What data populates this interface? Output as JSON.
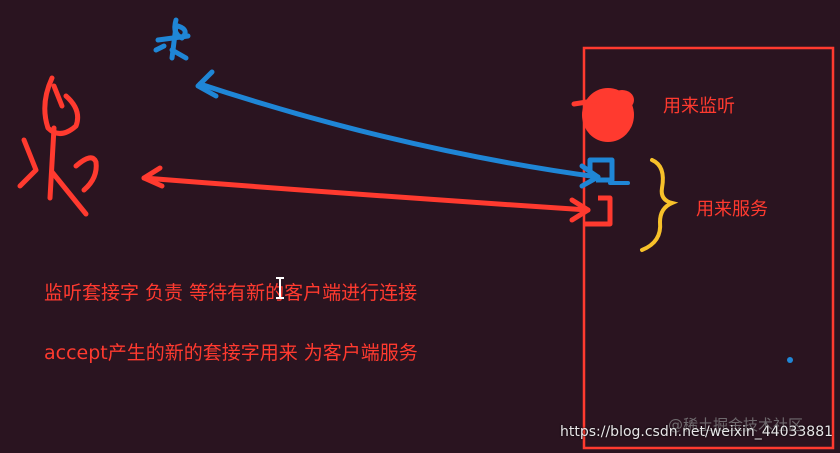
{
  "labels": {
    "listen": "用来监听",
    "serve": "用来服务"
  },
  "text_lines": {
    "line1": "监听套接字 负责 等待有新的客户端进行连接",
    "line2": "accept产生的新的套接字用来 为客户端服务"
  },
  "watermark": "@稀土掘金技术社区",
  "url": "https://blog.csdn.net/weixin_44033881",
  "colors": {
    "background": "#2a1420",
    "red": "#ff3a2f",
    "blue": "#1f86d6",
    "yellow": "#f7c12a"
  },
  "icons": [
    "blue-client-figure-icon",
    "red-client-figure-icon",
    "text-cursor-icon"
  ]
}
